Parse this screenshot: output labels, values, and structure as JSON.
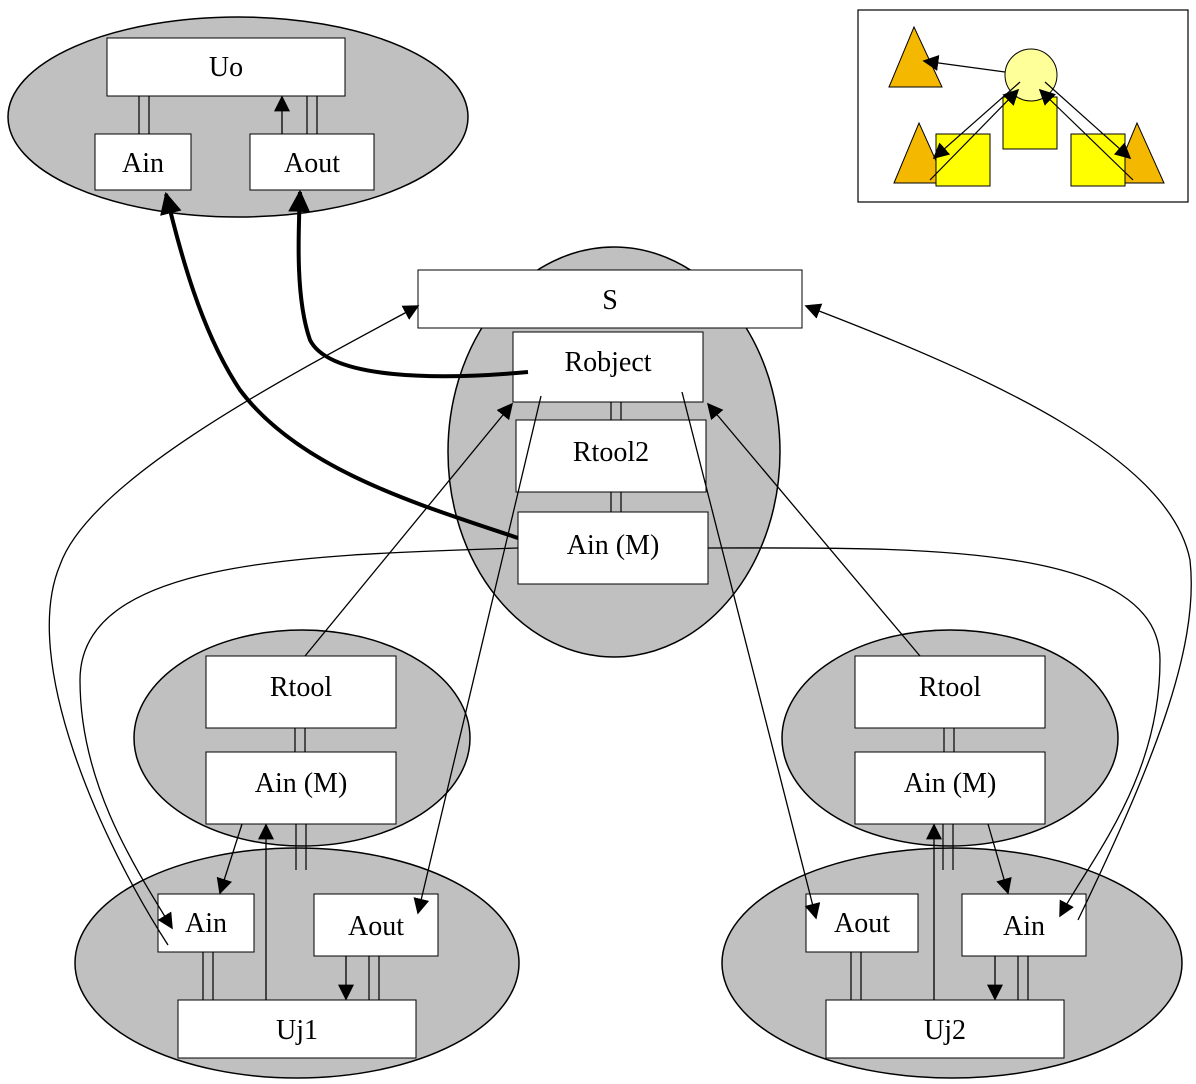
{
  "colors": {
    "ellipse_fill": "#c0c0c0",
    "box_fill": "#ffffff",
    "stroke": "#000000",
    "legend_orange": "#f5b800",
    "legend_yellow": "#ffff00",
    "legend_circle": "#ffff99"
  },
  "nodes": {
    "uo": "Uo",
    "uo_ain": "Ain",
    "uo_aout": "Aout",
    "s": "S",
    "robject": "Robject",
    "rtool2": "Rtool2",
    "server_ain_m": "Ain (M)",
    "left_rtool": "Rtool",
    "left_ain_m": "Ain (M)",
    "left_ain": "Ain",
    "left_aout": "Aout",
    "uj1": "Uj1",
    "right_rtool": "Rtool",
    "right_ain_m": "Ain (M)",
    "right_aout": "Aout",
    "right_ain": "Ain",
    "uj2": "Uj2"
  },
  "legend": {
    "icons": [
      "triangle-icon",
      "circle-icon",
      "square-icon"
    ]
  }
}
